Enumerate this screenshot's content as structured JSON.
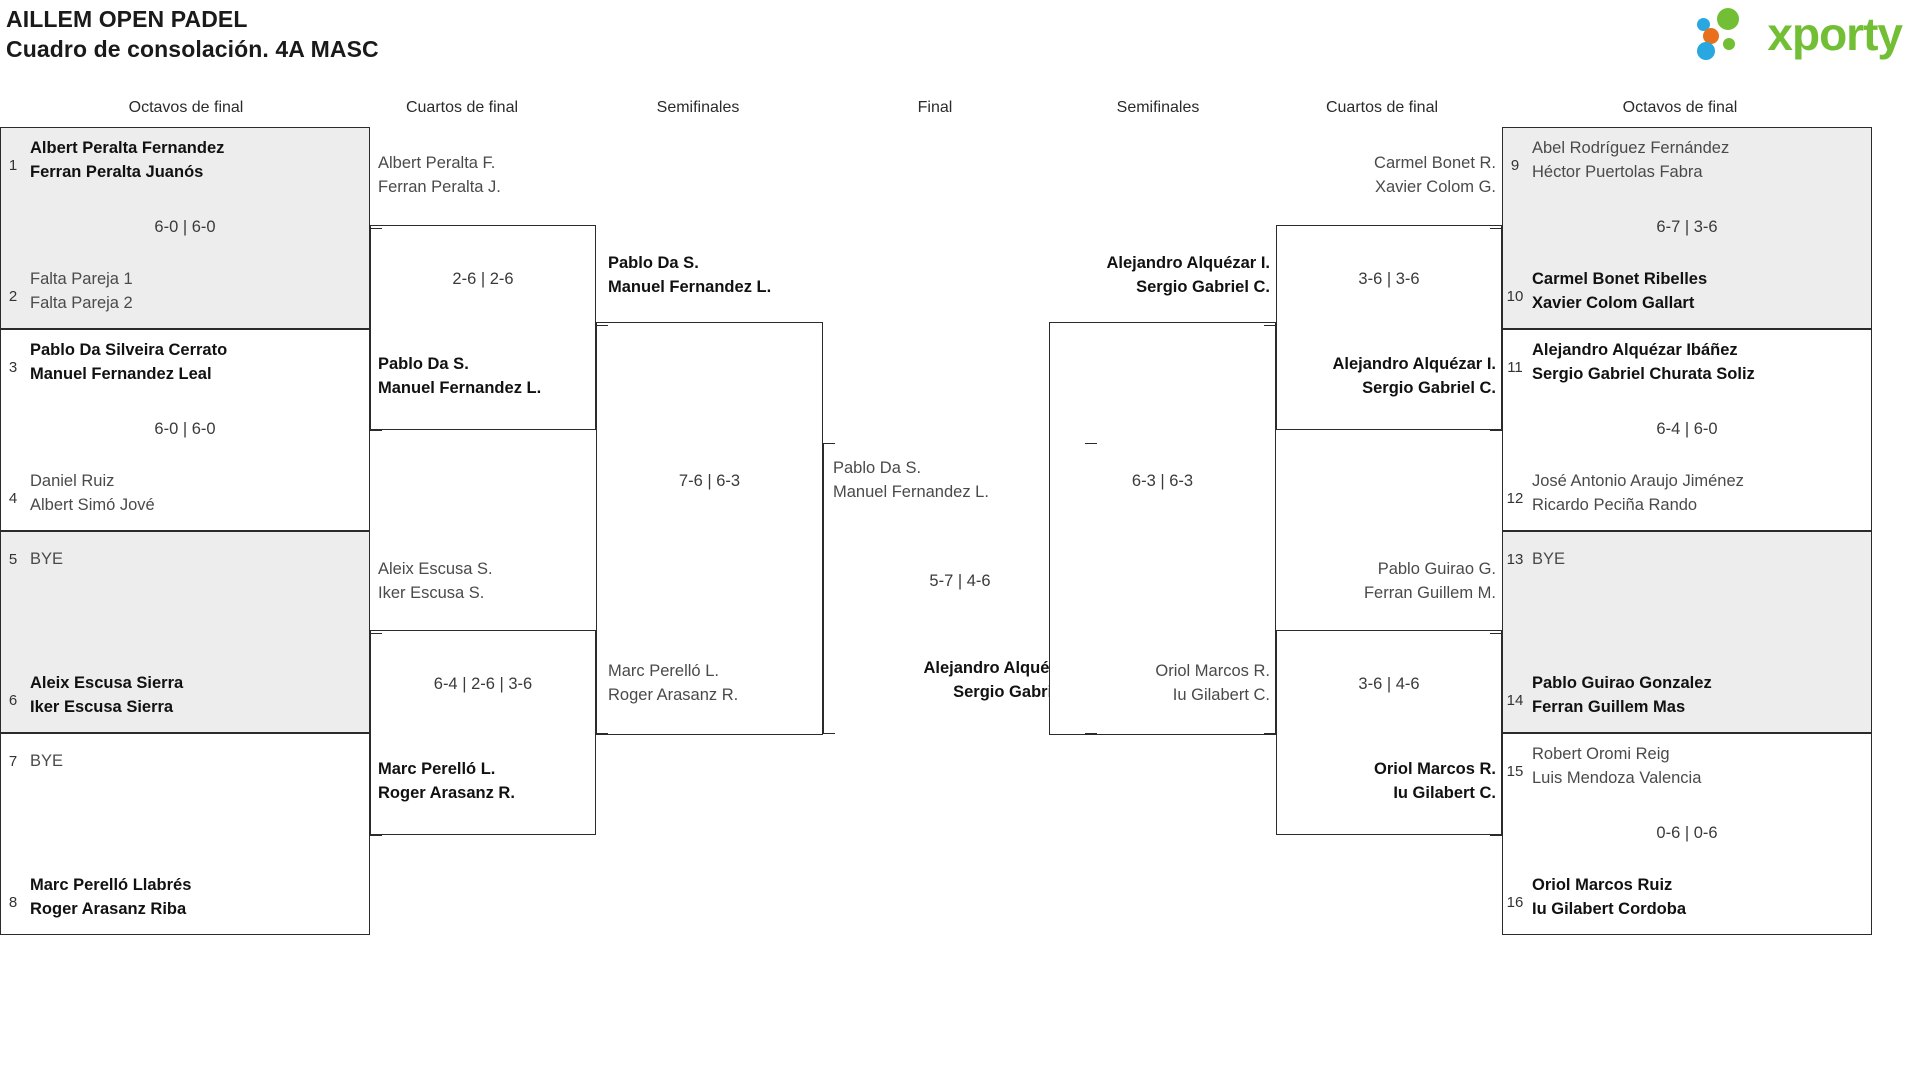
{
  "header": {
    "title_line1": "AILLEM OPEN PADEL",
    "title_line2": "Cuadro de consolación. 4A MASC",
    "logo_text": "xporty",
    "logo_colors": {
      "blue": "#29a7e1",
      "orange": "#e8701a",
      "green": "#72bf35"
    }
  },
  "round_headers": [
    {
      "label": "Octavos de final"
    },
    {
      "label": "Cuartos de final"
    },
    {
      "label": "Semifinales"
    },
    {
      "label": "Final"
    },
    {
      "label": "Semifinales"
    },
    {
      "label": "Cuartos de final"
    },
    {
      "label": "Octavos de final"
    }
  ],
  "left": {
    "octavos": [
      {
        "seed_top": "1",
        "seed_bottom": "2",
        "top": "Albert Peralta Fernandez\nFerran Peralta Juanós",
        "top_l1": "Albert Peralta Fernandez",
        "top_l2": "Ferran Peralta Juanós",
        "bottom_l1": "Falta Pareja 1",
        "bottom_l2": "Falta Pareja 2",
        "score": "6-0 | 6-0",
        "winner": "top",
        "shaded": true
      },
      {
        "seed_top": "3",
        "seed_bottom": "4",
        "top_l1": "Pablo Da Silveira Cerrato",
        "top_l2": "Manuel Fernandez Leal",
        "bottom_l1": "Daniel Ruiz",
        "bottom_l2": "Albert Simó Jové",
        "score": "6-0 | 6-0",
        "winner": "top",
        "shaded": false
      },
      {
        "seed_top": "5",
        "seed_bottom": "6",
        "top_l1": "BYE",
        "top_l2": "",
        "bottom_l1": "Aleix Escusa Sierra",
        "bottom_l2": "Iker Escusa Sierra",
        "score": "",
        "winner": "bottom",
        "shaded": true
      },
      {
        "seed_top": "7",
        "seed_bottom": "8",
        "top_l1": "BYE",
        "top_l2": "",
        "bottom_l1": "Marc Perelló Llabrés",
        "bottom_l2": "Roger Arasanz Riba",
        "score": "",
        "winner": "bottom",
        "shaded": false
      }
    ],
    "cuartos": [
      {
        "top_l1": "Albert Peralta F.",
        "top_l2": "Ferran Peralta J.",
        "bottom_l1": "Pablo Da S.",
        "bottom_l2": "Manuel Fernandez L.",
        "score": "2-6 | 2-6",
        "winner": "bottom"
      },
      {
        "top_l1": "Aleix Escusa S.",
        "top_l2": "Iker Escusa S.",
        "bottom_l1": "Marc Perelló L.",
        "bottom_l2": "Roger Arasanz R.",
        "score": "6-4 | 2-6 | 3-6",
        "winner": "bottom"
      }
    ],
    "semifinal": {
      "top_l1": "Pablo Da S.",
      "top_l2": "Manuel Fernandez L.",
      "bottom_l1": "Marc Perelló L.",
      "bottom_l2": "Roger Arasanz R.",
      "score": "7-6 | 6-3",
      "winner": "top"
    }
  },
  "final": {
    "top_l1": "Pablo Da S.",
    "top_l2": "Manuel Fernandez L.",
    "bottom_l1": "Alejandro Alquézar I.",
    "bottom_l2": "Sergio Gabriel C.",
    "score": "5-7 | 4-6",
    "winner": "bottom"
  },
  "right": {
    "octavos": [
      {
        "seed_top": "9",
        "seed_bottom": "10",
        "top_l1": "Abel Rodríguez Fernández",
        "top_l2": "Héctor Puertolas Fabra",
        "bottom_l1": "Carmel Bonet Ribelles",
        "bottom_l2": "Xavier Colom Gallart",
        "score": "6-7 | 3-6",
        "winner": "bottom",
        "shaded": true
      },
      {
        "seed_top": "11",
        "seed_bottom": "12",
        "top_l1": "Alejandro Alquézar Ibáñez",
        "top_l2": "Sergio Gabriel Churata Soliz",
        "bottom_l1": "José Antonio Araujo Jiménez",
        "bottom_l2": "Ricardo Peciña Rando",
        "score": "6-4 | 6-0",
        "winner": "top",
        "shaded": false
      },
      {
        "seed_top": "13",
        "seed_bottom": "14",
        "top_l1": "BYE",
        "top_l2": "",
        "bottom_l1": "Pablo Guirao Gonzalez",
        "bottom_l2": "Ferran Guillem Mas",
        "score": "",
        "winner": "bottom",
        "shaded": true
      },
      {
        "seed_top": "15",
        "seed_bottom": "16",
        "top_l1": "Robert Oromi Reig",
        "top_l2": "Luis Mendoza Valencia",
        "bottom_l1": "Oriol Marcos Ruiz",
        "bottom_l2": "Iu Gilabert Cordoba",
        "score": "0-6 | 0-6",
        "winner": "bottom",
        "shaded": false
      }
    ],
    "cuartos": [
      {
        "top_l1": "Carmel Bonet R.",
        "top_l2": "Xavier Colom G.",
        "bottom_l1": "Alejandro Alquézar I.",
        "bottom_l2": "Sergio Gabriel C.",
        "score": "3-6 | 3-6",
        "winner": "bottom"
      },
      {
        "top_l1": "Pablo Guirao G.",
        "top_l2": "Ferran Guillem M.",
        "bottom_l1": "Oriol Marcos R.",
        "bottom_l2": "Iu Gilabert C.",
        "score": "3-6 | 4-6",
        "winner": "bottom"
      }
    ],
    "semifinal": {
      "top_l1": "Alejandro Alquézar I.",
      "top_l2": "Sergio Gabriel C.",
      "bottom_l1": "Oriol Marcos R.",
      "bottom_l2": "Iu Gilabert C.",
      "score": "6-3 | 6-3",
      "winner": "top"
    }
  }
}
